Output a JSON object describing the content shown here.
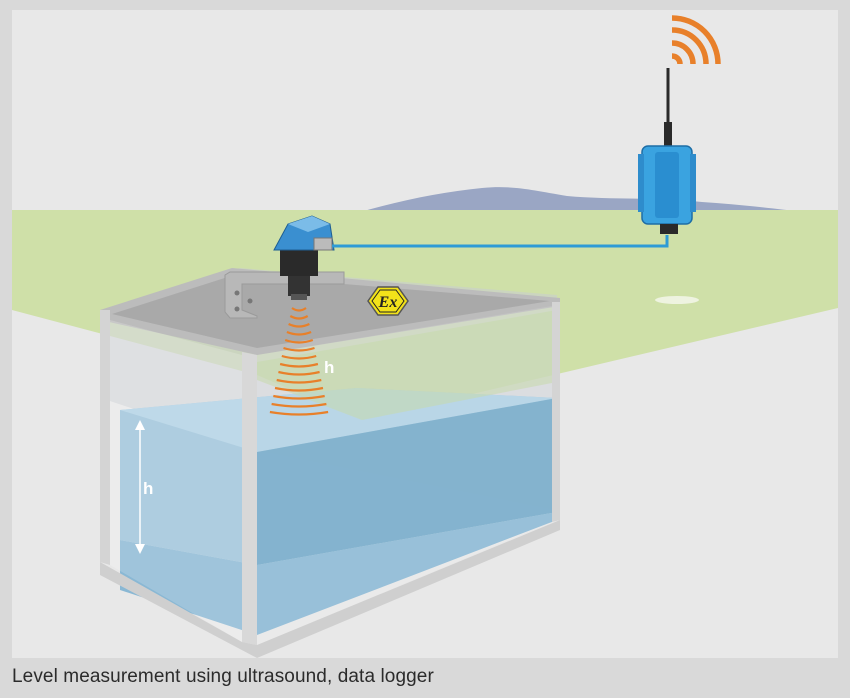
{
  "caption": "Level measurement using ultrasound, data logger",
  "labels": {
    "height_sensor": "h",
    "height_tank": "h",
    "ex_symbol": "Ex"
  },
  "colors": {
    "background": "#e8e8e8",
    "ground": "#cfe0a8",
    "hills": "#9aa6c4",
    "water": "#8fbcd6",
    "sensor": "#3a8fd0",
    "logger": "#3aa3e0",
    "signal": "#e8802a",
    "ex_badge": "#f2e21a"
  }
}
